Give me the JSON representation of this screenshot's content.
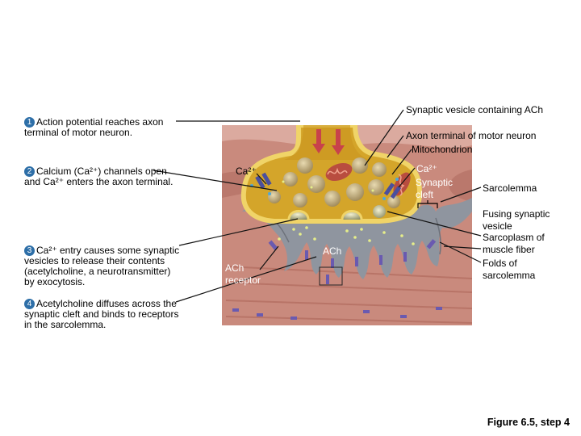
{
  "steps": [
    {
      "num": "1",
      "text": "Action potential reaches axon terminal of motor neuron."
    },
    {
      "num": "2",
      "text": "Calcium (Ca²⁺) channels open and Ca²⁺ enters the axon terminal."
    },
    {
      "num": "3",
      "text": "Ca²⁺ entry causes some synaptic vesicles to release their contents (acetylcholine, a neurotransmitter) by exocytosis."
    },
    {
      "num": "4",
      "text": "Acetylcholine diffuses across the synaptic cleft and binds to receptors in the sarcolemma."
    }
  ],
  "labels": {
    "synaptic_vesicle": "Synaptic vesicle containing ACh",
    "axon_terminal": "Axon terminal of motor neuron",
    "mitochondrion": "Mitochondrion",
    "ca_left": "Ca²⁺",
    "ca_right": "Ca²⁺",
    "synaptic_cleft": "Synaptic cleft",
    "sarcolemma": "Sarcolemma",
    "fusing_vesicle": "Fusing synaptic vesicle",
    "sarcoplasm": "Sarcoplasm of muscle fiber",
    "folds": "Folds of sarcolemma",
    "ach": "ACh",
    "ach_receptor": "ACh receptor"
  },
  "caption": "Figure 6.5, step 4",
  "colors": {
    "step_badge": "#2e6fa8",
    "axon_fill": "#d5a82a",
    "axon_outline": "#f1d66a",
    "muscle": "#c77f72",
    "sarcolemma": "#8e949f",
    "mitochondrion": "#b94d3f",
    "vesicle": "#c2ad7b"
  }
}
